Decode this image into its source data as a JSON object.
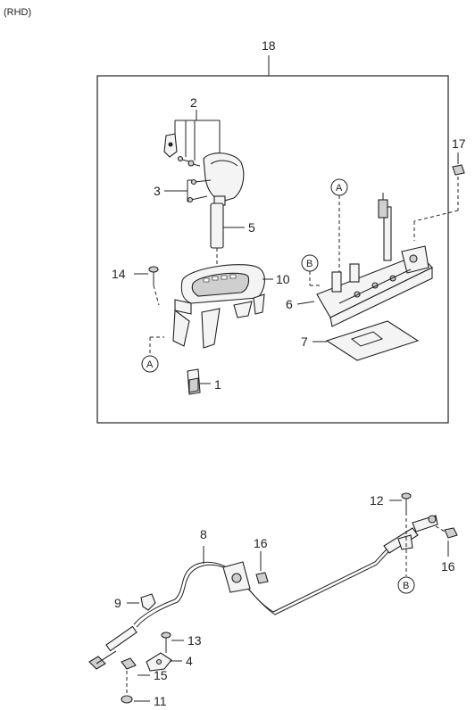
{
  "variant_label": "(RHD)",
  "callouts": {
    "p1": "1",
    "p2": "2",
    "p3": "3",
    "p4": "4",
    "p5": "5",
    "p6": "6",
    "p7": "7",
    "p8": "8",
    "p9": "9",
    "p10": "10",
    "p11": "11",
    "p12": "12",
    "p13": "13",
    "p14": "14",
    "p15": "15",
    "p16a": "16",
    "p16b": "16",
    "p17": "17",
    "p18": "18"
  },
  "refs": {
    "a_top": "A",
    "a_bottom": "A",
    "b_top": "B",
    "b_bottom": "B"
  }
}
